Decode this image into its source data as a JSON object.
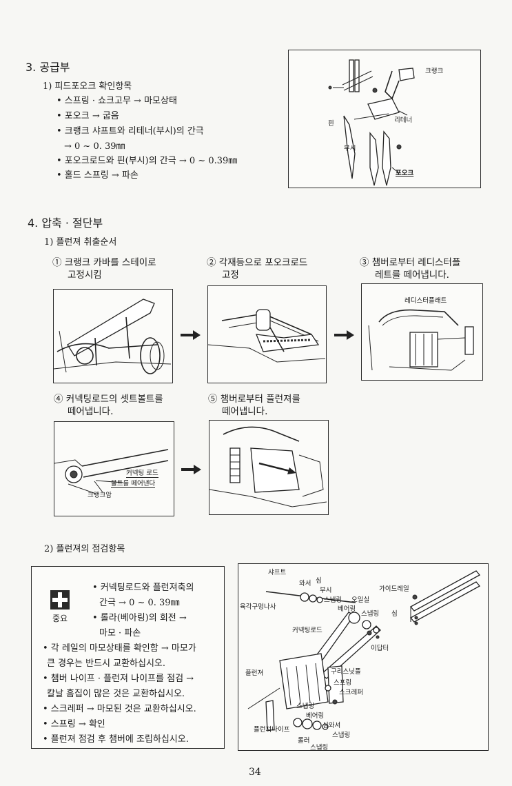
{
  "section3": {
    "title": "3. 공급부",
    "sub1": "1) 피드포오크 확인항목",
    "items": [
      "• 스프링 · 쇼크고무 → 마모상태",
      "• 포오크 → 굽음",
      "• 크랭크 샤프트와 리테너(부시)의 간극",
      "→ 0 ~ 0. 39㎜",
      "• 포오크로드와 핀(부시)의 간극 → 0 ~ 0.39㎜",
      "• 홀드 스프링 → 파손"
    ],
    "fig_labels": {
      "crank": "크랭크",
      "retainer": "리테너",
      "pin": "핀",
      "bush": "부시",
      "fork": "포오크"
    }
  },
  "section4": {
    "title": "4. 압축 · 절단부",
    "sub1": "1) 플런져 취출순서",
    "steps": [
      {
        "num": "①",
        "line1": "크랭크 카바를 스테이로",
        "line2": "고정시킴"
      },
      {
        "num": "②",
        "line1": "각재등으로 포오크로드",
        "line2": "고정"
      },
      {
        "num": "③",
        "line1": "챔버로부터 레디스터플",
        "line2": "레트를 떼어냅니다."
      },
      {
        "num": "④",
        "line1": "커넥팅로드의 셋트볼트를",
        "line2": "떼어냅니다."
      },
      {
        "num": "⑤",
        "line1": "챔버로부터 플런져를",
        "line2": "떼어냅니다."
      }
    ],
    "fig3_label": "레디스터플래트",
    "fig4_labels": {
      "rod": "커넥팅 로드",
      "bolt": "볼트를 떼어낸다",
      "arm": "크랭크암"
    },
    "sub2": "2) 플런져의 점검항목",
    "important": "중요",
    "checks": [
      "• 커넥팅로드와  플런져축의",
      "간극 → 0 ~ 0. 39㎜",
      "• 롤라(베아링)의  회전  →",
      "마모 · 파손"
    ],
    "notes": [
      "• 각 레일의 마모상태를 확인함 → 마모가",
      "큰 경우는 반드시 교환하십시오.",
      "• 챔버 나이프 · 플런져 나이프를 점검  →",
      "칼날 흠집이 많은 것은 교환하십시오.",
      "• 스크레퍼 → 마모된 것은 교환하십시오.",
      "• 스프링 → 확인",
      "• 플런져 점검 후 챔버에 조립하십시오."
    ],
    "parts": {
      "shaft": "샤프트",
      "washer": "와서",
      "shim1": "심",
      "bush": "부시",
      "snapring1": "스냅링",
      "oilseal": "오일실",
      "guiderail": "가이드레일",
      "hexbolt": "육각구멍나사",
      "bearing1": "베어링",
      "snapring2": "스냅링",
      "shim2": "심",
      "conrod": "커넥팅로드",
      "adapter": "이답터",
      "plunger": "플런져",
      "greasenipple": "구리스닛플",
      "spring": "스프링",
      "scraper": "스크레퍼",
      "snapring3": "스냅링",
      "bearing2": "베어링",
      "plungerknife": "플런져나이프",
      "shimwasher": "심와셔",
      "roller": "롤러",
      "spring2": "스냅링",
      "snapring4": "스냅링"
    }
  },
  "page_number": "34"
}
